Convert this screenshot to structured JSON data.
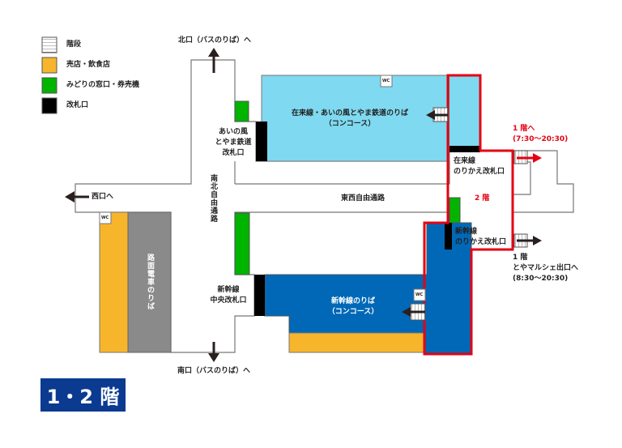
{
  "legend": [
    {
      "label": "階段",
      "icon": "stairs-icon",
      "color": "#ffffff"
    },
    {
      "label": "売店・飲食店",
      "icon": "shop-swatch",
      "color": "#f7b52c"
    },
    {
      "label": "みどりの窓口・券売機",
      "icon": "ticket-swatch",
      "color": "#00b400"
    },
    {
      "label": "改札口",
      "icon": "gate-swatch",
      "color": "#000000"
    }
  ],
  "labels": {
    "north_exit": "北口（バスのりば）へ",
    "south_exit": "南口（バスのりば）へ",
    "west_exit": "西口へ",
    "ainokaze_gate": [
      "あいの風",
      "とやま鉄道",
      "改札口"
    ],
    "north_south_passage": "南北自由通路",
    "east_west_passage": "東西自由通路",
    "conventional_concourse": [
      "在来線・あいの風とやま鉄道のりば",
      "（コンコース）"
    ],
    "conventional_transfer_gate": [
      "在来線",
      "のりかえ改札口"
    ],
    "floor2": "2 階",
    "to_floor1": [
      "1 階へ",
      "(7:30～20:30)"
    ],
    "shinkansen_transfer_gate": [
      "新幹線",
      "のりかえ改札口"
    ],
    "marche_exit": [
      "1 階",
      "とやマルシェ出口へ",
      "(8:30～20:30)"
    ],
    "shinkansen_central_gate": [
      "新幹線",
      "中央改札口"
    ],
    "shinkansen_concourse": [
      "新幹線のりば",
      "（コンコース）"
    ],
    "tram": "路面電車のりば",
    "wc": "WC"
  },
  "title": "1・2 階",
  "colors": {
    "concourse_light": "#7fd9f0",
    "concourse_dark": "#0068b7",
    "shop": "#f7b52c",
    "ticket": "#00b400",
    "gate": "#000000",
    "tram": "#8a8a8a",
    "highlight": "#e60012",
    "badge": "#0b3a91"
  }
}
